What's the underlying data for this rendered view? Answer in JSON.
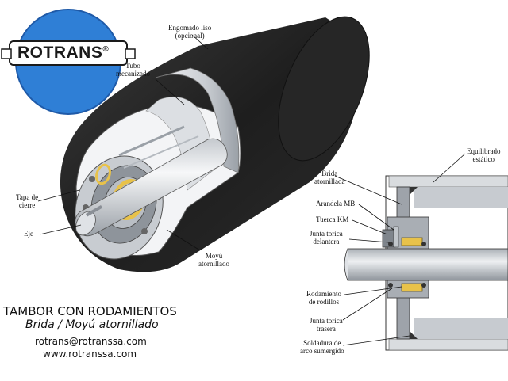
{
  "logo": {
    "brand": "ROTRANS",
    "mark": "®",
    "colors": {
      "blue": "#2f7fd6",
      "dark_blue": "#1f5aa8",
      "text": "#1a1a1a"
    }
  },
  "labels": {
    "engomado": [
      "Engomado liso",
      "(opcional)"
    ],
    "tubo": [
      "Tubo",
      "mecanizado"
    ],
    "tapa": [
      "Tapa de",
      "cierre"
    ],
    "eje": "Eje",
    "moyu": [
      "Moyú",
      "atornillado"
    ],
    "equilibrado": [
      "Equilibrado",
      "estático"
    ],
    "brida": [
      "Brida",
      "atornillada"
    ],
    "arandela": "Arandela MB",
    "tuerca": "Tuerca KM",
    "junta_delantera": [
      "Junta torica",
      "delantera"
    ],
    "rodamiento": [
      "Rodamiento",
      "de rodillos"
    ],
    "junta_trasera": [
      "Junta torica",
      "trasera"
    ],
    "soldadura": [
      "Soldadura de",
      "arco sumergido"
    ]
  },
  "caption": {
    "title": "TAMBOR CON RODAMIENTOS",
    "subtitle": "Brida / Moyú atornillado",
    "email": "rotrans@rotranssa.com",
    "web": "www.rotranssa.com"
  },
  "colors": {
    "rubber": "#2a2a2a",
    "tube": "#d4d7db",
    "shaft": "#e6e8eb",
    "steel_dark": "#8a8f96",
    "bearing": "#e8c24a",
    "section_gray": "#9ea3aa"
  }
}
